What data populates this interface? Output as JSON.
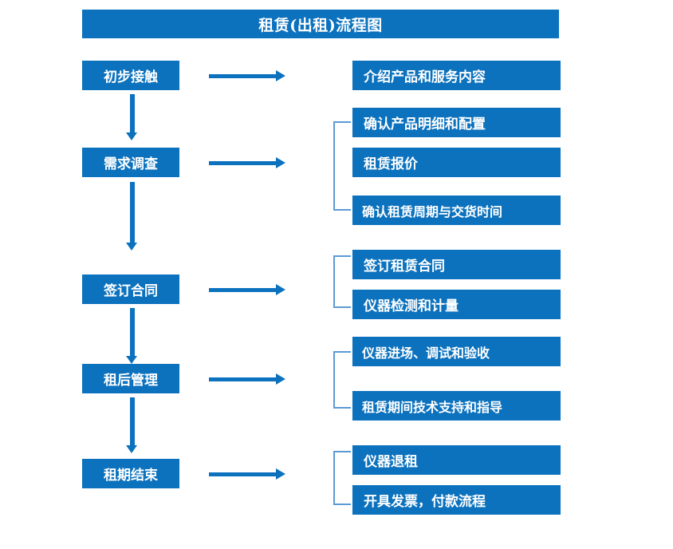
{
  "chart_data": {
    "type": "diagram",
    "title": "租赁(出租)流程图",
    "diagram_kind": "flowchart",
    "orientation": "vertical-stages-with-right-detail",
    "stages": [
      {
        "label": "初步接触",
        "tasks": [
          "介绍产品和服务内容"
        ],
        "bracketed": false
      },
      {
        "label": "需求调查",
        "tasks": [
          "确认产品明细和配置",
          "租赁报价",
          "确认租赁周期与交货时间"
        ],
        "bracketed": true
      },
      {
        "label": "签订合同",
        "tasks": [
          "签订租赁合同",
          "仪器检测和计量"
        ],
        "bracketed": true
      },
      {
        "label": "租后管理",
        "tasks": [
          "仪器进场、调试和验收",
          "租赁期间技术支持和指导"
        ],
        "bracketed": true
      },
      {
        "label": "租期结束",
        "tasks": [
          "仪器退租",
          "开具发票，付款流程"
        ],
        "bracketed": true
      }
    ]
  },
  "header": {
    "title": "租赁(出租)流程图"
  },
  "colors": {
    "box_fill": "#0C72BE",
    "box_text": "#FFFFFF",
    "arrow": "#0C72BE",
    "bracket": "#5B9BD5",
    "background": "#FFFFFF"
  },
  "stages": [
    {
      "label": "初步接触"
    },
    {
      "label": "需求调查"
    },
    {
      "label": "签订合同"
    },
    {
      "label": "租后管理"
    },
    {
      "label": "租期结束"
    }
  ],
  "tasks": {
    "g1": [
      {
        "label": "介绍产品和服务内容"
      }
    ],
    "g2": [
      {
        "label": "确认产品明细和配置"
      },
      {
        "label": "租赁报价"
      },
      {
        "label": "确认租赁周期与交货时间"
      }
    ],
    "g3": [
      {
        "label": "签订租赁合同"
      },
      {
        "label": "仪器检测和计量"
      }
    ],
    "g4": [
      {
        "label": "仪器进场、调试和验收"
      },
      {
        "label": "租赁期间技术支持和指导"
      }
    ],
    "g5": [
      {
        "label": "仪器退租"
      },
      {
        "label": "开具发票，付款流程"
      }
    ]
  }
}
